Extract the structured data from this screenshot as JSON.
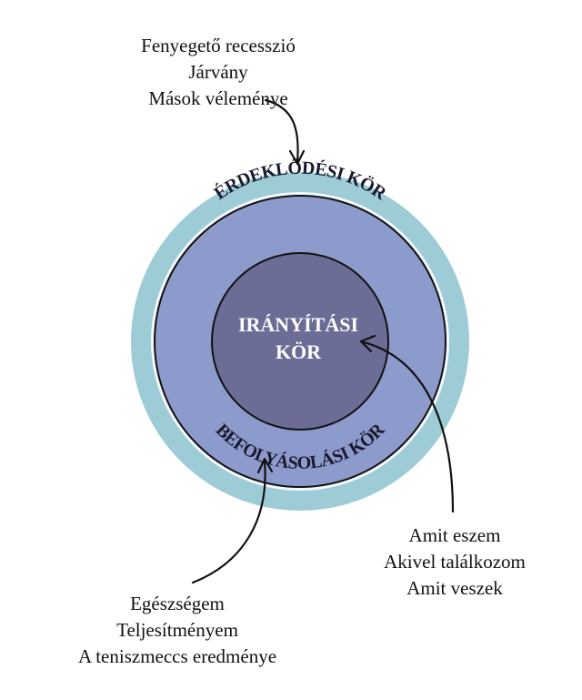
{
  "diagram": {
    "outer_ring_label": "ÉRDEKLŐDÉSI KÖR",
    "middle_ring_label": "BEFOLYÁSOLÁSI KÖR",
    "core_label_line1": "IRÁNYÍTÁSI",
    "core_label_line2": "KÖR"
  },
  "notes": {
    "top": [
      "Fenyegető recesszió",
      "Járvány",
      "Mások véleménye"
    ],
    "right": [
      "Amit eszem",
      "Akivel találkozom",
      "Amit veszek"
    ],
    "bottom": [
      "Egészségem",
      "Teljesítményem",
      "A teniszmeccs eredménye"
    ]
  },
  "colors": {
    "outer_ring": "#9dccd6",
    "middle_ring": "#8c9bcc",
    "core": "#6b6d96",
    "outline": "#111111"
  }
}
